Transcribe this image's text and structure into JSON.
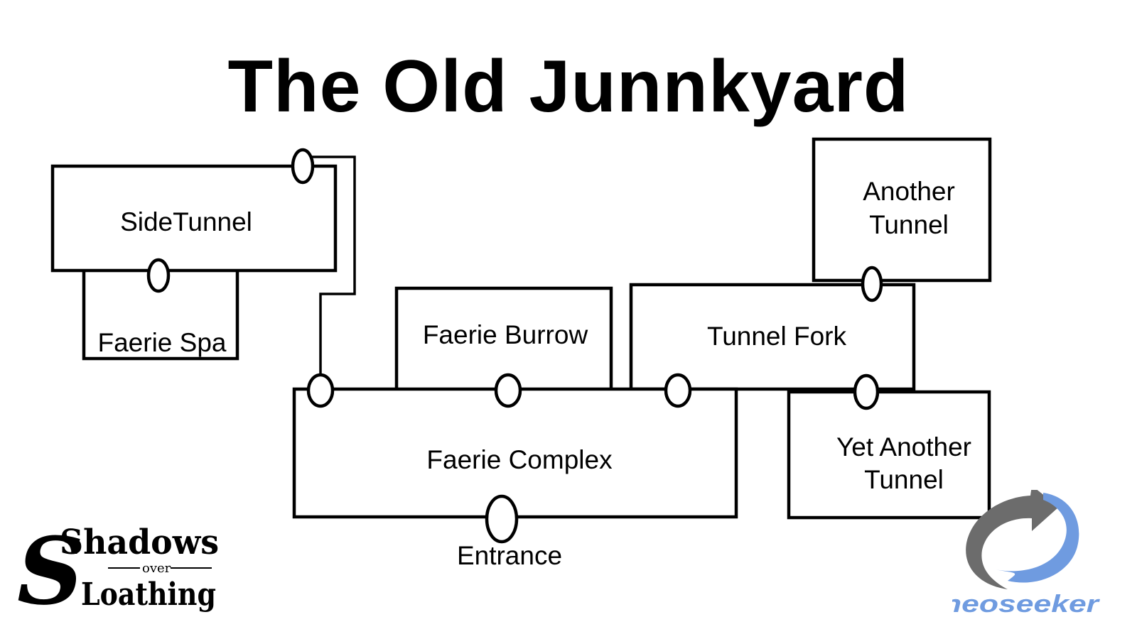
{
  "title": "The Old Junnkyard",
  "rooms": {
    "side_tunnel": "SideTunnel",
    "faerie_spa": "Faerie Spa",
    "faerie_burrow": "Faerie Burrow",
    "tunnel_fork": "Tunnel Fork",
    "another_tunnel_line1": "Another",
    "another_tunnel_line2": "Tunnel",
    "faerie_complex": "Faerie Complex",
    "yet_another_tunnel_line1": "Yet Another",
    "yet_another_tunnel_line2": "Tunnel"
  },
  "entrance_label": "Entrance",
  "logos": {
    "left_line1": "Shadows",
    "left_small": "over",
    "left_line2": "Loathing",
    "right_text": "neoseeker"
  },
  "colors": {
    "line": "#000000",
    "neo_blue": "#6f9be0",
    "neo_gray": "#6c6c6c"
  }
}
